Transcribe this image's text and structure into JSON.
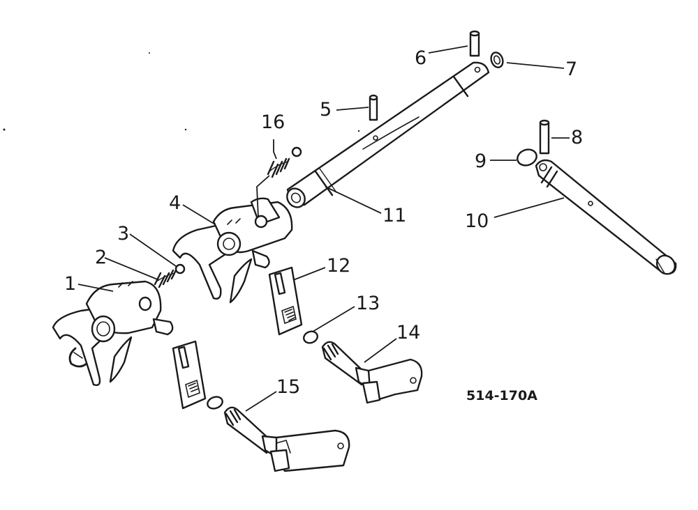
{
  "diagram": {
    "reference_code": "514-170A",
    "callouts": [
      {
        "id": "c1",
        "label": "1"
      },
      {
        "id": "c2",
        "label": "2"
      },
      {
        "id": "c3",
        "label": "3"
      },
      {
        "id": "c4",
        "label": "4"
      },
      {
        "id": "c5",
        "label": "5"
      },
      {
        "id": "c6",
        "label": "6"
      },
      {
        "id": "c7",
        "label": "7"
      },
      {
        "id": "c8",
        "label": "8"
      },
      {
        "id": "c9",
        "label": "9"
      },
      {
        "id": "c10",
        "label": "10"
      },
      {
        "id": "c11",
        "label": "11"
      },
      {
        "id": "c12",
        "label": "12"
      },
      {
        "id": "c13",
        "label": "13"
      },
      {
        "id": "c14",
        "label": "14"
      },
      {
        "id": "c15",
        "label": "15"
      },
      {
        "id": "c16",
        "label": "16"
      }
    ]
  }
}
